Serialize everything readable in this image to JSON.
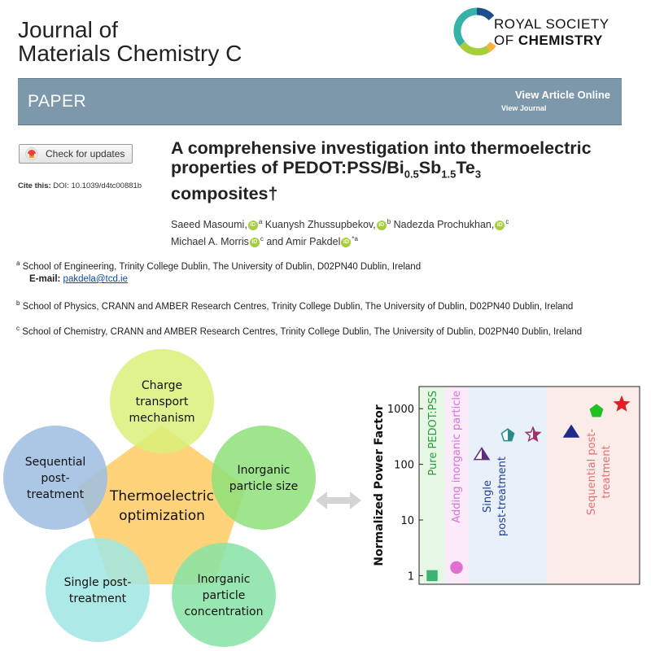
{
  "journal": {
    "line1": "Journal of",
    "line2": "Materials Chemistry C"
  },
  "publisher": {
    "line1": "ROYAL SOCIETY",
    "line2_prefix": "OF ",
    "line2_bold": "CHEMISTRY"
  },
  "banner": {
    "label": "PAPER",
    "view_online": "View Article Online",
    "view_journal": "View Journal"
  },
  "check_updates": "Check for updates",
  "cite": {
    "label": "Cite this:",
    "doi": "DOI: 10.1039/d4tc00881b"
  },
  "title": {
    "line1": "A comprehensive investigation into thermoelectric",
    "line2_a": "properties of PEDOT:PSS/Bi",
    "sub1": "0.5",
    "line2_b": "Sb",
    "sub2": "1.5",
    "line2_c": "Te",
    "sub3": "3",
    "line3": "composites†"
  },
  "authors": [
    {
      "name": "Saeed Masoumi,",
      "aff": "a"
    },
    {
      "name": "Kuanysh Zhussupbekov,",
      "aff": "b"
    },
    {
      "name": "Nadezda Prochukhan,",
      "aff": "c"
    },
    {
      "name": "Michael A. Morris",
      "aff": "c"
    },
    {
      "name": "and Amir Pakdel",
      "aff": "*a"
    }
  ],
  "affiliations": [
    {
      "mark": "a",
      "text": "School of Engineering, Trinity College Dublin, The University of Dublin, D02PN40 Dublin, Ireland"
    },
    {
      "mark": "b",
      "text": "School of Physics, CRANN and AMBER Research Centres, Trinity College Dublin, The University of Dublin, D02PN40 Dublin, Ireland"
    },
    {
      "mark": "c",
      "text": "School of Chemistry, CRANN and AMBER Research Centres, Trinity College Dublin, The University of Dublin, D02PN40 Dublin, Ireland"
    }
  ],
  "email": {
    "label": "E-mail:",
    "address": "pakdela@tcd.ie"
  },
  "diagram": {
    "center": [
      "Thermoelectric",
      "optimization"
    ],
    "nodes": [
      {
        "lines": [
          "Charge",
          "transport",
          "mechanism"
        ],
        "color": "#d9f07a"
      },
      {
        "lines": [
          "Inorganic",
          "particle size"
        ],
        "color": "#8de07a"
      },
      {
        "lines": [
          "Inorganic",
          "particle",
          "concentration"
        ],
        "color": "#86e3a6"
      },
      {
        "lines": [
          "Single post-",
          "treatment"
        ],
        "color": "#9fe6e3"
      },
      {
        "lines": [
          "Sequential",
          "post-",
          "treatment"
        ],
        "color": "#9dbde0"
      }
    ],
    "center_color": "#fed37a"
  },
  "chart_data": {
    "type": "scatter",
    "ylabel": "Normalized Power Factor",
    "yscale": "log",
    "ylim": [
      0.7,
      2500
    ],
    "yticks": [
      "1",
      "10",
      "100",
      "1000"
    ],
    "regions": [
      {
        "label": "Pure PEDOT:PSS",
        "color": "#e6f7e6",
        "text_color": "#2a9d3a"
      },
      {
        "label": "Adding inorganic particle",
        "color": "#faeafa",
        "text_color": "#d575d5"
      },
      {
        "label": "Single post-treatment",
        "color": "#e8f0fa",
        "text_color": "#1f3f9a"
      },
      {
        "label": "Sequential post-treatment",
        "color": "#fbecea",
        "text_color": "#e07070"
      }
    ],
    "points": [
      {
        "region": 0,
        "y": 1.0,
        "marker": "square",
        "color": "#3cb371"
      },
      {
        "region": 1,
        "y": 1.4,
        "marker": "circle",
        "color": "#e070d0"
      },
      {
        "region": 2,
        "y": 150,
        "marker": "triangle-half",
        "color": "#5b2d7a"
      },
      {
        "region": 2,
        "y": 330,
        "marker": "pentagon-half",
        "color": "#2a8a8a"
      },
      {
        "region": 2,
        "y": 340,
        "marker": "star-half",
        "color": "#a0306a"
      },
      {
        "region": 3,
        "y": 380,
        "marker": "triangle",
        "color": "#1f2a8a"
      },
      {
        "region": 3,
        "y": 900,
        "marker": "pentagon",
        "color": "#20c020"
      },
      {
        "region": 3,
        "y": 1200,
        "marker": "star",
        "color": "#e02020"
      }
    ]
  }
}
